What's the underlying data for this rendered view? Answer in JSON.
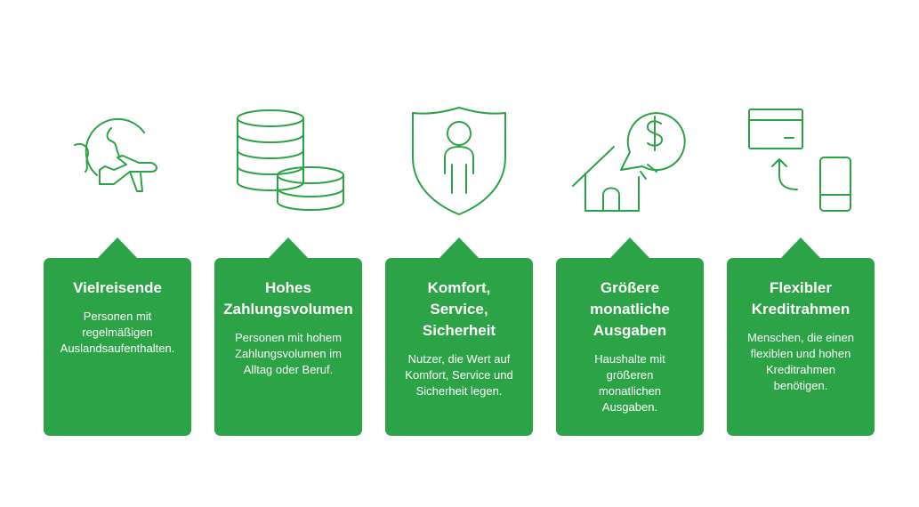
{
  "theme": {
    "accent": "#2ba346",
    "text_on_accent": "#ffffff"
  },
  "segments": [
    {
      "icon": "globe-airplane-icon",
      "title": "Vielreisende",
      "text": "Personen mit\nregelmäßigen\nAuslandsaufenthalten."
    },
    {
      "icon": "coin-stack-icon",
      "title": "Hohes\nZahlungsvolumen",
      "text": "Personen mit hohem\nZahlungsvolumen im\nAlltag oder Beruf."
    },
    {
      "icon": "shield-person-icon",
      "title": "Komfort,\nService,\nSicherheit",
      "text": "Nutzer, die Wert auf\nKomfort, Service und\nSicherheit legen."
    },
    {
      "icon": "house-dollar-icon",
      "title": "Größere\nmonatliche\nAusgaben",
      "text": "Haushalte mit\ngrößeren\nmonatlichen\nAusgaben."
    },
    {
      "icon": "card-to-phone-icon",
      "title": "Flexibler\nKreditrahmen",
      "text": "Menschen, die einen\nflexiblen und hohen\nKreditrahmen\nbenötigen."
    }
  ]
}
